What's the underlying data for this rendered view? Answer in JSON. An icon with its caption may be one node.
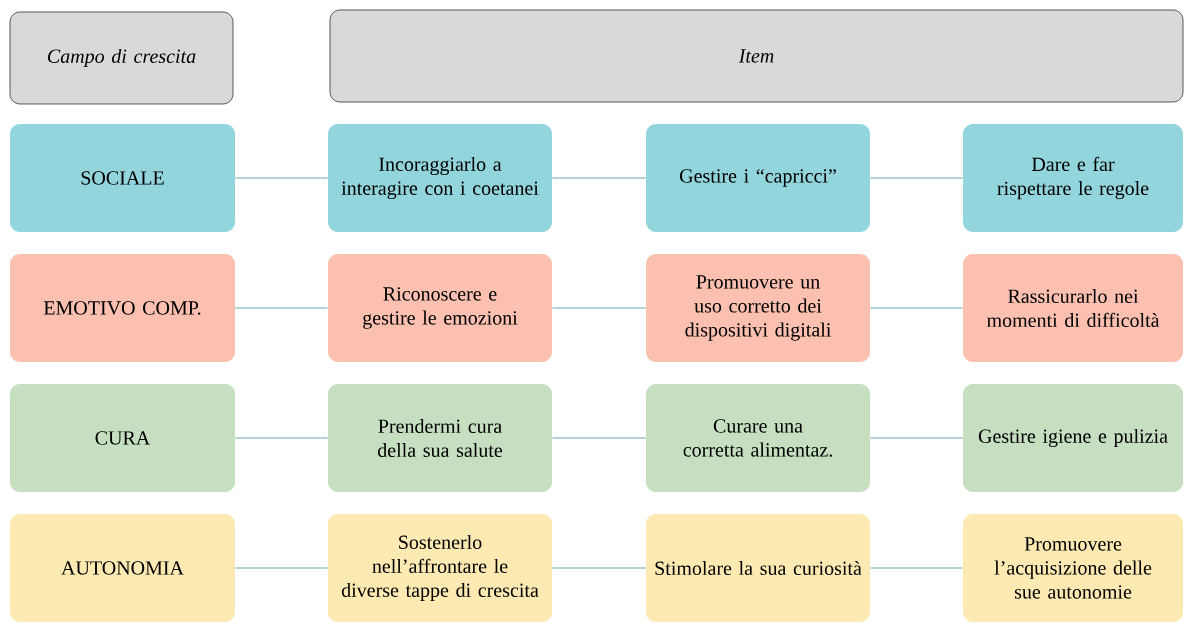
{
  "diagram": {
    "nodes": [
      {
        "text": [
          "Campo di crescita"
        ]
      },
      {
        "text": [
          "Item"
        ]
      },
      {
        "text": [
          "SOCIALE"
        ]
      },
      {
        "text": [
          "Incoraggiarlo a interagire con i coetanei"
        ]
      },
      {
        "text": [
          "Gestire i “capricci”"
        ]
      },
      {
        "text": [
          "Dare e far rispettare le regole"
        ]
      },
      {
        "text": [
          "EMOTIVO COMP."
        ]
      },
      {
        "text": [
          "Riconoscere e gestire le emozioni"
        ]
      },
      {
        "text": [
          "Promuovere un uso corretto dei dispositivi digitali"
        ]
      },
      {
        "text": [
          "Rassicurarlo nei momenti di difficoltà"
        ]
      },
      {
        "text": [
          "CURA"
        ]
      },
      {
        "text": [
          "Prendermi cura della sua salute"
        ]
      },
      {
        "text": [
          "Curare una corretta alimentaz."
        ]
      },
      {
        "text": [
          "Gestire igiene e pulizia"
        ]
      },
      {
        "text": [
          "AUTONOMIA"
        ]
      },
      {
        "text": [
          "Sostenerlo nell’affrontare le diverse tappe di crescita"
        ]
      },
      {
        "text": [
          "Stimolare la sua curiosità"
        ]
      },
      {
        "text": [
          "Promuovere l’acquisizione delle sue autonomie"
        ]
      }
    ],
    "edges": [
      {
        "from": 2,
        "to": 3,
        "arrow": "none"
      },
      {
        "from": 3,
        "to": 4,
        "arrow": "none"
      },
      {
        "from": 4,
        "to": 5,
        "arrow": "none"
      },
      {
        "from": 6,
        "to": 7,
        "arrow": "none"
      },
      {
        "from": 7,
        "to": 8,
        "arrow": "none"
      },
      {
        "from": 8,
        "to": 9,
        "arrow": "none"
      },
      {
        "from": 10,
        "to": 11,
        "arrow": "none"
      },
      {
        "from": 11,
        "to": 12,
        "arrow": "none"
      },
      {
        "from": 12,
        "to": 13,
        "arrow": "none"
      },
      {
        "from": 14,
        "to": 15,
        "arrow": "none"
      },
      {
        "from": 15,
        "to": 16,
        "arrow": "none"
      },
      {
        "from": 16,
        "to": 17,
        "arrow": "none"
      }
    ]
  }
}
